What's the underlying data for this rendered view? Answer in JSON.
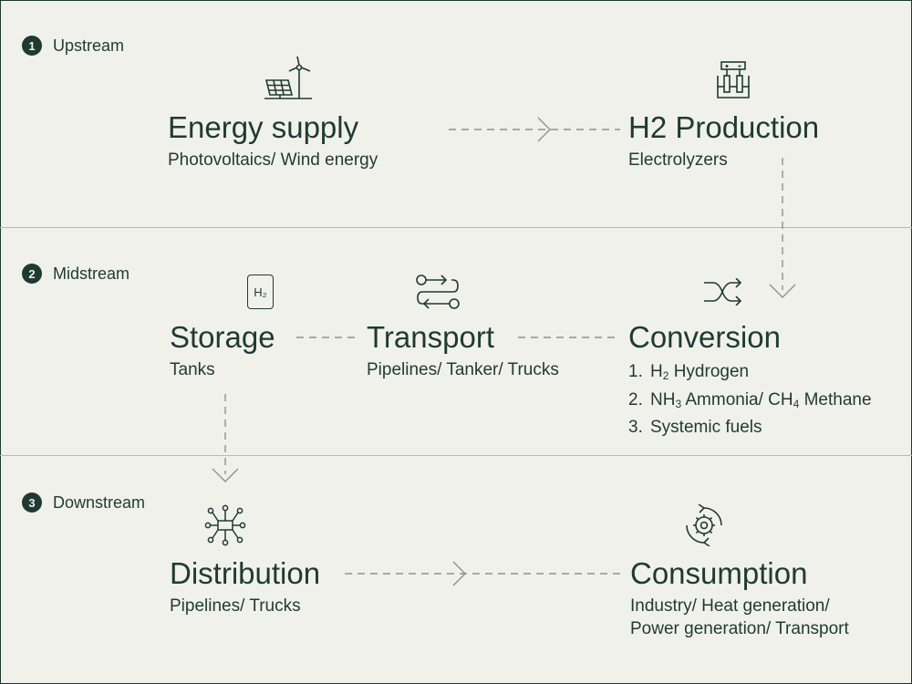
{
  "sections": {
    "upstream": {
      "number": "1",
      "label": "Upstream"
    },
    "midstream": {
      "number": "2",
      "label": "Midstream"
    },
    "downstream": {
      "number": "3",
      "label": "Downstream"
    }
  },
  "nodes": {
    "energy_supply": {
      "title": "Energy supply",
      "subtitle": "Photovoltaics/ Wind energy",
      "icon": "solar-wind-icon"
    },
    "h2_production": {
      "title": "H2 Production",
      "subtitle": "Electrolyzers",
      "icon": "electrolyzer-icon"
    },
    "storage": {
      "title": "Storage",
      "subtitle": "Tanks",
      "icon": "h2-tank-icon",
      "icon_text": "H₂"
    },
    "transport": {
      "title": "Transport",
      "subtitle": "Pipelines/ Tanker/ Trucks",
      "icon": "transport-arrows-icon"
    },
    "conversion": {
      "title": "Conversion",
      "icon": "shuffle-icon",
      "items": [
        {
          "num": "1.",
          "formula": "H",
          "formula_sub": "2",
          "formula2": "",
          "formula2_sub": "",
          "text": " Hydrogen"
        },
        {
          "num": "2.",
          "formula": "NH",
          "formula_sub": "3",
          "text": " Ammonia/ CH",
          "text_sub": "4",
          "text_tail": " Methane"
        },
        {
          "num": "3.",
          "text": "Systemic fuels"
        }
      ]
    },
    "distribution": {
      "title": "Distribution",
      "subtitle": "Pipelines/ Trucks",
      "icon": "network-hub-icon"
    },
    "consumption": {
      "title": "Consumption",
      "subtitle_line1": "Industry/ Heat generation/",
      "subtitle_line2": "Power generation/ Transport",
      "icon": "gear-cycle-icon"
    }
  },
  "colors": {
    "background": "#f1f1ec",
    "ink": "#1f3a33",
    "divider": "#b9b9b3",
    "arrow": "#8f918c"
  }
}
